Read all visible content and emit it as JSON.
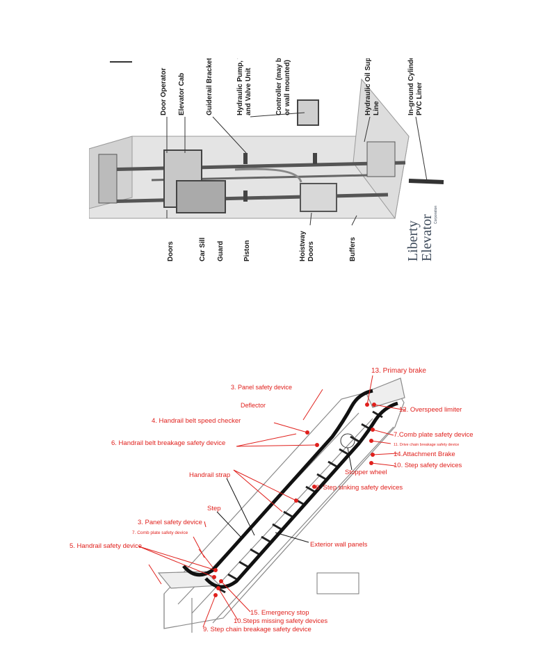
{
  "elevator": {
    "labels_top": [
      "Door Operator",
      "Elevator Cab",
      "Guiderail Brackets",
      "Hydraulic Pump, T",
      "and Valve Unit",
      "Controller (may be",
      "or wall mounted)",
      "Hydraulic Oil Suppl",
      "Line",
      "In-ground Cylinder",
      "PVC Liner"
    ],
    "labels_bottom": [
      "Doors",
      "Car Sill",
      "Guard",
      "Piston",
      "Hoistway",
      "Doors",
      "Buffers"
    ],
    "logo_lines": [
      "Liberty",
      "Elevator",
      "Corporation"
    ]
  },
  "escalator": {
    "labels": {
      "primary_brake": "13. Primary brake",
      "panel_safety_top": "3. Panel safety device",
      "overspeed": "12. Overspeed limiter",
      "deflector": "Deflector",
      "handrail_speed": "4. Handrail belt speed checker",
      "comb_plate_top": "7.Comb plate safety device",
      "drive_chain": "11. Drive chain breakage safety device",
      "handrail_breakage": "6. Handrail belt breakage safety device",
      "attachment_brake": "14.Attachment Brake",
      "step_safety": "10. Step safety devices",
      "stopper_wheel": "Stopper wheel",
      "handrail_strap": "Handrail strap",
      "step_sinking": "8. Step sinking safety devices",
      "step": "Step",
      "panel_safety_bottom": "3. Panel safety device",
      "comb_plate_bottom": "7. Comb plate safety device",
      "exterior_wall": "Exterior wall panels",
      "handrail_safety": "5. Handrail safety device",
      "emergency_stop": "15. Emergency stop",
      "steps_missing": "10.Steps missing safety devices",
      "step_chain": "9. Step chain breakage safety device"
    },
    "colors": {
      "label_red": "#e0201c",
      "dot_red": "#e0201c",
      "frame": "#777777",
      "belt": "#111111"
    }
  }
}
